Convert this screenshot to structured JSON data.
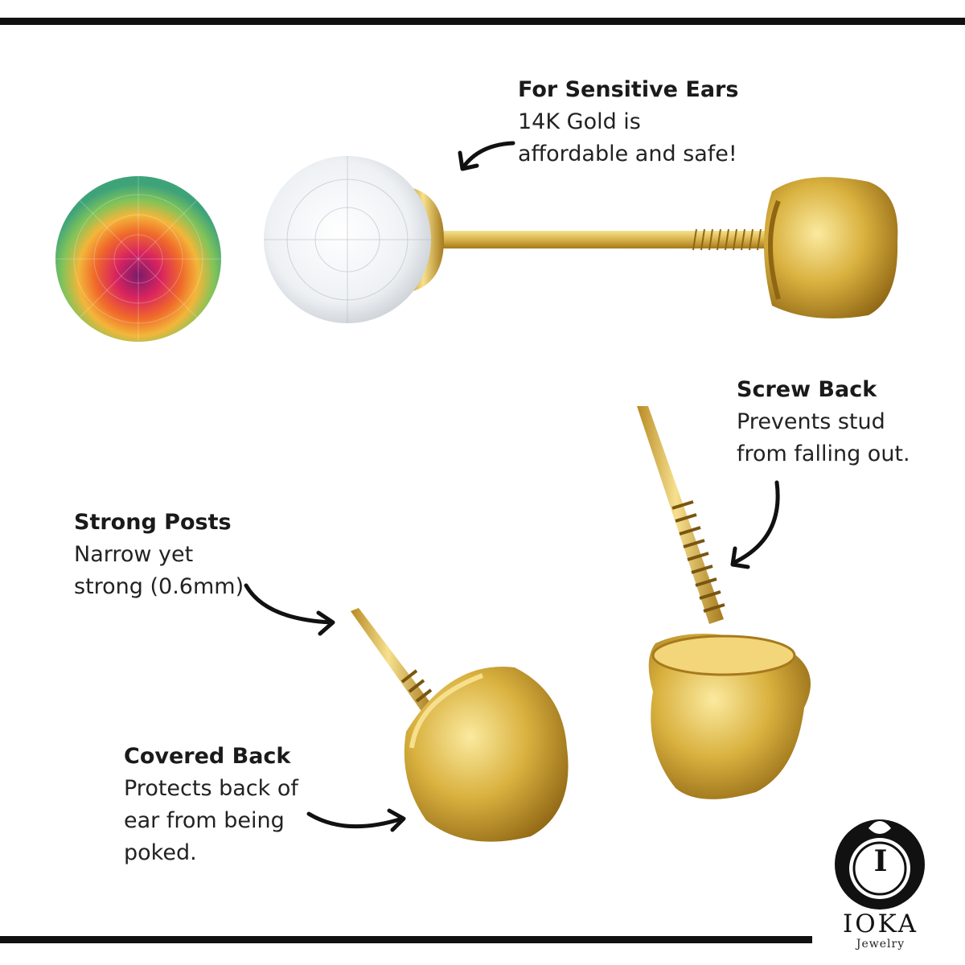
{
  "callouts": {
    "sensitive": {
      "title": "For Sensitive Ears",
      "desc": "14K Gold is\naffordable and safe!"
    },
    "screw": {
      "title": "Screw Back",
      "desc": "Prevents stud\nfrom falling out."
    },
    "posts": {
      "title": "Strong Posts",
      "desc": "Narrow yet\nstrong (0.6mm)"
    },
    "covered": {
      "title": "Covered Back",
      "desc": "Protects back of\near from being\npoked."
    }
  },
  "logo": {
    "name": "IOKA",
    "sub": "Jewelry",
    "initial": "I"
  },
  "colors": {
    "gold": "#d8b24a",
    "gold_dark": "#a67a1c",
    "rule": "#111111"
  },
  "icons": [
    "curved-arrow-icon",
    "crystal-stone-icon",
    "ioka-crest-icon"
  ]
}
